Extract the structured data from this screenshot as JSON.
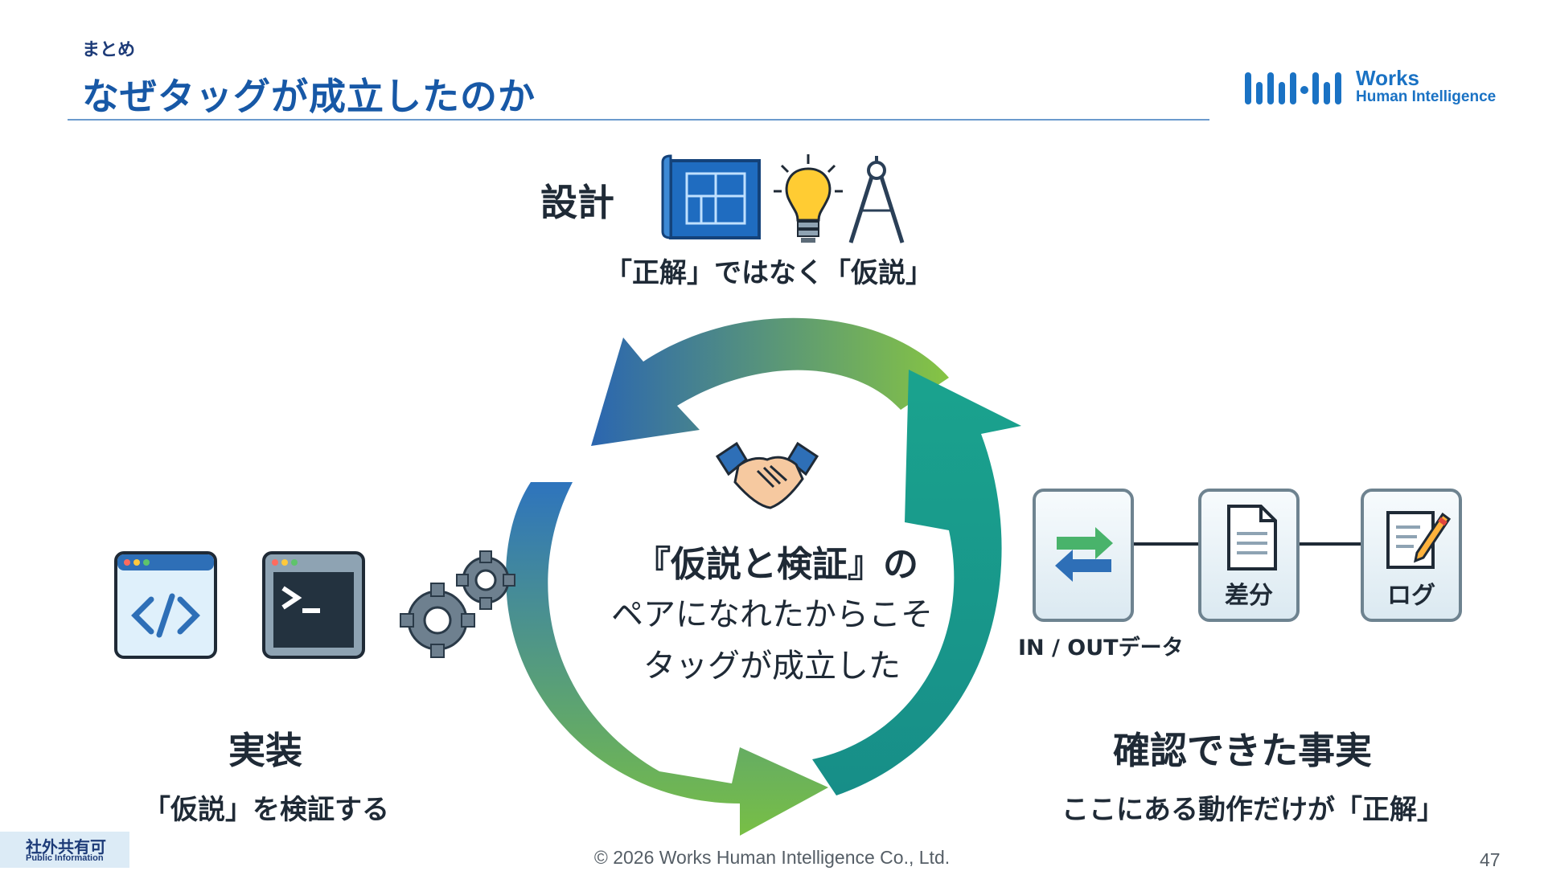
{
  "header": {
    "section_label": "まとめ",
    "title": "なぜタッグが成立したのか"
  },
  "logo": {
    "name": "Works",
    "subtitle": "Human Intelligence"
  },
  "design": {
    "heading": "設計",
    "caption": "「正解」ではなく「仮説」",
    "icons": [
      "blueprint-icon",
      "lightbulb-icon",
      "compass-icon"
    ]
  },
  "implementation": {
    "heading": "実装",
    "caption": "「仮説」を検証する",
    "icons": [
      "code-window-icon",
      "terminal-icon",
      "gears-icon"
    ]
  },
  "verification": {
    "heading": "確認できた事実",
    "caption": "ここにある動作だけが「正解」",
    "io_label": "IN / OUTデータ",
    "diff_label": "差分",
    "log_label": "ログ",
    "icons": [
      "exchange-arrows-icon",
      "document-icon",
      "edit-log-icon"
    ]
  },
  "cycle": {
    "main": "『仮説と検証』の",
    "line2": "ペアになれたからこそ",
    "line3": "タッグが成立した",
    "icon": "handshake-icon",
    "colors": {
      "blue": "#2e6fb7",
      "green": "#7cc242",
      "teal": "#1a9a8a"
    }
  },
  "footer": {
    "badge_main": "社外共有可",
    "badge_sub": "Public Information",
    "copyright": "© 2026 Works Human Intelligence Co., Ltd.",
    "page_number": "47"
  }
}
